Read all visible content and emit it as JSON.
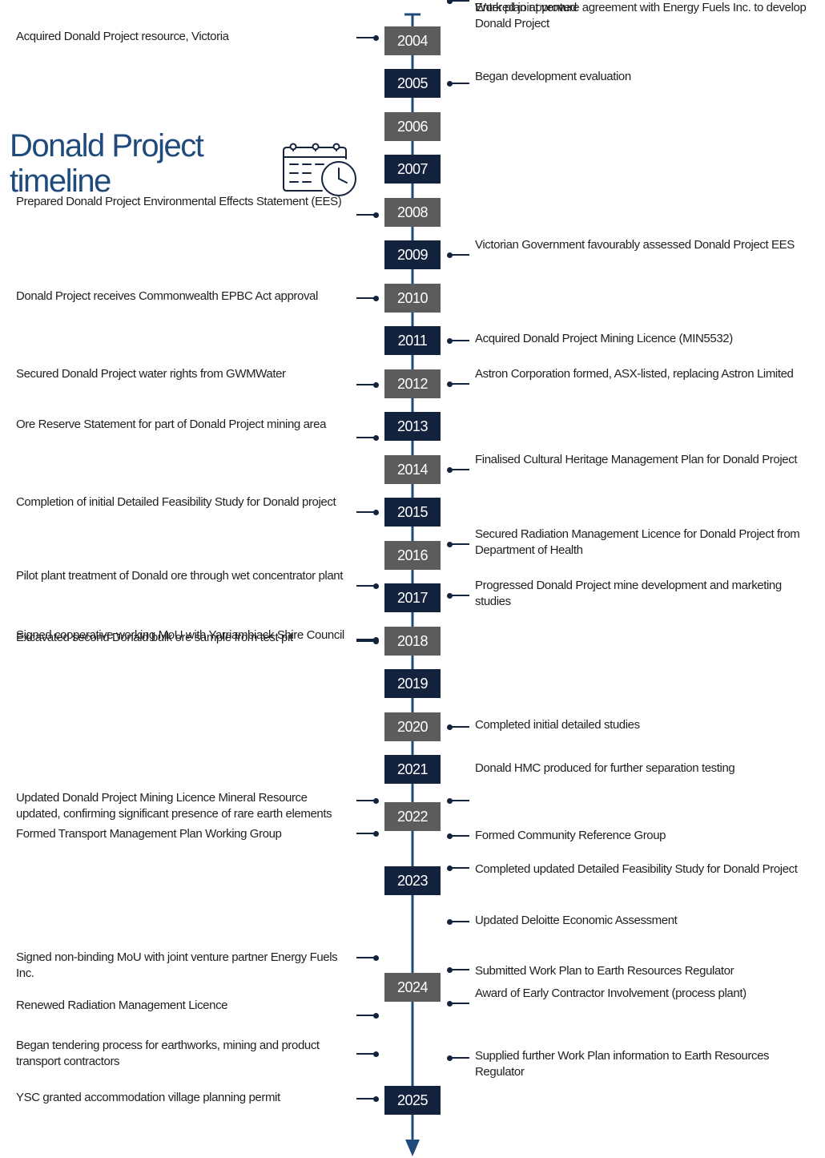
{
  "title": {
    "line1": "Donald Project",
    "line2": "timeline"
  },
  "colors": {
    "dark": "#13223d",
    "grey": "#5c5c5c",
    "title": "#1f4a7c",
    "axis": "#1f4a7c"
  },
  "icons": {
    "title_icon": "calendar-clock-icon",
    "axis_end": "arrow-down-icon"
  },
  "years": [
    {
      "label": "2004",
      "style": "grey"
    },
    {
      "label": "2005",
      "style": "dark"
    },
    {
      "label": "2006",
      "style": "grey"
    },
    {
      "label": "2007",
      "style": "dark"
    },
    {
      "label": "2008",
      "style": "grey"
    },
    {
      "label": "2009",
      "style": "dark"
    },
    {
      "label": "2010",
      "style": "grey"
    },
    {
      "label": "2011",
      "style": "dark"
    },
    {
      "label": "2012",
      "style": "grey"
    },
    {
      "label": "2013",
      "style": "dark"
    },
    {
      "label": "2014",
      "style": "grey"
    },
    {
      "label": "2015",
      "style": "dark"
    },
    {
      "label": "2016",
      "style": "grey"
    },
    {
      "label": "2017",
      "style": "dark"
    },
    {
      "label": "2018",
      "style": "grey"
    },
    {
      "label": "2019",
      "style": "dark"
    },
    {
      "label": "2020",
      "style": "grey"
    },
    {
      "label": "2021",
      "style": "dark"
    },
    {
      "label": "2022",
      "style": "grey"
    },
    {
      "label": "2023",
      "style": "dark"
    },
    {
      "label": "2024",
      "style": "grey"
    },
    {
      "label": "2025",
      "style": "dark"
    }
  ],
  "events": [
    {
      "side": "left",
      "text": "Acquired Donald Project resource, Victoria"
    },
    {
      "side": "right",
      "text": "Began development evaluation"
    },
    {
      "side": "left",
      "text": "Prepared Donald Project Environmental Effects Statement (EES)"
    },
    {
      "side": "right",
      "text": "Victorian Government favourably assessed Donald Project EES"
    },
    {
      "side": "left",
      "text": "Donald Project receives Commonwealth EPBC Act approval"
    },
    {
      "side": "right",
      "text": "Acquired Donald Project Mining Licence (MIN5532)"
    },
    {
      "side": "left",
      "text": "Secured Donald Project water rights from GWMWater"
    },
    {
      "side": "left",
      "text": "Ore Reserve Statement for part of Donald Project mining area"
    },
    {
      "side": "right",
      "text": "Astron Corporation formed, ASX-listed, replacing Astron Limited"
    },
    {
      "side": "left",
      "text": "Completion of initial Detailed Feasibility Study for Donald project"
    },
    {
      "side": "right",
      "text": "Finalised Cultural Heritage Management Plan for Donald Project"
    },
    {
      "side": "left",
      "text": "Pilot plant treatment of Donald ore through wet concentrator plant"
    },
    {
      "side": "right",
      "text": "Secured Radiation Management Licence for Donald Project from Department of Health"
    },
    {
      "side": "left",
      "text": "Signed cooperative working MoU with Yarriambiack Shire Council"
    },
    {
      "side": "right",
      "text": "Progressed Donald Project mine development and marketing studies"
    },
    {
      "side": "left",
      "text": "Excavated second Donald bulk ore sample from test pit"
    },
    {
      "side": "right",
      "text": "Completed  initial detailed studies"
    },
    {
      "side": "right",
      "text": "Donald HMC produced for further separation testing"
    },
    {
      "side": "left",
      "text": "Updated Donald Project Mining Licence Mineral Resource updated, confirming significant presence of rare earth elements"
    },
    {
      "side": "right",
      "text": "Formed Community Reference Group"
    },
    {
      "side": "left",
      "text": "Formed Transport Management Plan Working Group"
    },
    {
      "side": "right",
      "text": "Updated Deloitte Economic Assessment"
    },
    {
      "side": "right",
      "text": "Completed updated Detailed Feasibility Study for Donald Project"
    },
    {
      "side": "left",
      "text": "Signed non-binding MoU  with joint venture partner Energy Fuels Inc."
    },
    {
      "side": "right",
      "text": "Submitted Work Plan to Earth Resources Regulator"
    },
    {
      "side": "right",
      "text": "Award of Early Contractor Involvement (process plant)"
    },
    {
      "side": "left",
      "text": "Renewed Radiation Management Licence"
    },
    {
      "side": "right",
      "text": "Supplied further Work Plan information to Earth Resources Regulator"
    },
    {
      "side": "left",
      "text": "Began tendering process for earthworks, mining and product transport contractors"
    },
    {
      "side": "left",
      "text": "YSC granted accommodation village planning permit"
    },
    {
      "side": "right",
      "text": "Entered joint venture agreement with Energy Fuels Inc. to develop Donald Project"
    },
    {
      "side": "right",
      "text": "Work plan approved"
    }
  ]
}
